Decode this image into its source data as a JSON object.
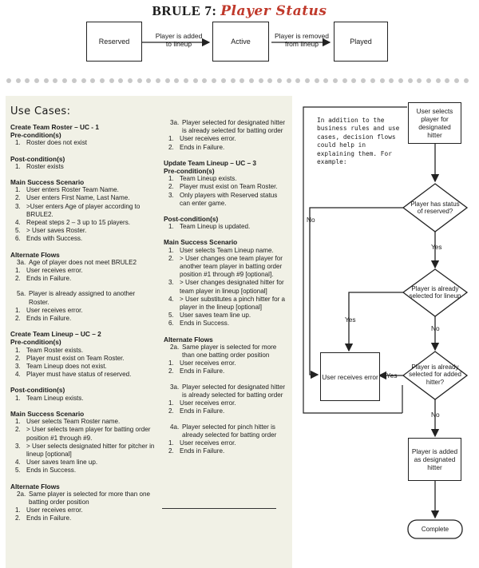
{
  "header": {
    "title_prefix": "BRULE 7:",
    "title_script": "Player Status",
    "states": [
      "Reserved",
      "Active",
      "Played"
    ],
    "transitions": [
      "Player is added\nto lineup",
      "Player is removed\nfrom lineup"
    ]
  },
  "use_cases": {
    "heading": "Use Cases:",
    "left": [
      {
        "t": "hd",
        "text": "Create Team Roster – UC - 1"
      },
      {
        "t": "hd",
        "text": "Pre-condition(s)"
      },
      {
        "t": "it",
        "n": "1.",
        "text": "Roster does not exist"
      },
      {
        "t": "hd",
        "text": "Post-condition(s)",
        "gap": true
      },
      {
        "t": "it",
        "n": "1.",
        "text": "Roster exists"
      },
      {
        "t": "hd",
        "text": "Main Success Scenario",
        "gap": true
      },
      {
        "t": "it",
        "n": "1.",
        "text": "User enters Roster Team Name."
      },
      {
        "t": "it",
        "n": "2.",
        "text": "User enters First Name, Last Name."
      },
      {
        "t": "it",
        "n": "3.",
        "text": ">User enters Age of player according to BRULE2."
      },
      {
        "t": "it",
        "n": "4.",
        "text": "Repeat steps 2 – 3 up to 15 players."
      },
      {
        "t": "it",
        "n": "5.",
        "text": "> User saves Roster."
      },
      {
        "t": "it",
        "n": "6.",
        "text": "Ends with Success."
      },
      {
        "t": "hd",
        "text": "Alternate Flows",
        "gap": true
      },
      {
        "t": "sub",
        "n": "3a.",
        "text": "Age of player does not meet BRULE2"
      },
      {
        "t": "it",
        "n": "1.",
        "text": "User receives error."
      },
      {
        "t": "it",
        "n": "2.",
        "text": "Ends in Failure."
      },
      {
        "t": "sub",
        "n": "5a.",
        "text": "Player is already assigned to another Roster.",
        "gap": true
      },
      {
        "t": "it",
        "n": "1.",
        "text": "User receives error."
      },
      {
        "t": "it",
        "n": "2.",
        "text": "Ends in Failure."
      },
      {
        "t": "hd",
        "text": "Create Team Lineup – UC – 2",
        "gap": true
      },
      {
        "t": "hd",
        "text": "Pre-condition(s)"
      },
      {
        "t": "it",
        "n": "1.",
        "text": "Team Roster exists."
      },
      {
        "t": "it",
        "n": "2.",
        "text": "Player must exist on Team Roster."
      },
      {
        "t": "it",
        "n": "3.",
        "text": "Team Lineup does not exist."
      },
      {
        "t": "it",
        "n": "4.",
        "text": "Player must have status of reserved."
      },
      {
        "t": "hd",
        "text": "Post-condition(s)",
        "gap": true
      },
      {
        "t": "it",
        "n": "1.",
        "text": "Team Lineup exists."
      },
      {
        "t": "hd",
        "text": "Main Success Scenario",
        "gap": true
      },
      {
        "t": "it",
        "n": "1.",
        "text": "User selects Team Roster name."
      },
      {
        "t": "it",
        "n": "2.",
        "text": "> User selects team player for batting order position #1 through #9."
      },
      {
        "t": "it",
        "n": "3.",
        "text": "> User selects designated hitter for pitcher in lineup [optional]"
      },
      {
        "t": "it",
        "n": "4.",
        "text": "User saves team line up."
      },
      {
        "t": "it",
        "n": "5.",
        "text": "Ends in Success."
      },
      {
        "t": "hd",
        "text": "Alternate Flows",
        "gap": true
      },
      {
        "t": "sub",
        "n": "2a.",
        "text": "Same player is selected for more than one batting order position"
      },
      {
        "t": "it",
        "n": "1.",
        "text": "User receives error."
      },
      {
        "t": "it",
        "n": "2.",
        "text": "Ends in Failure."
      }
    ],
    "right": [
      {
        "t": "sub",
        "n": "3a.",
        "text": "Player selected for designated hitter is already selected for batting order"
      },
      {
        "t": "it",
        "n": "1.",
        "text": "User receives error."
      },
      {
        "t": "it",
        "n": "2.",
        "text": "Ends in Failure."
      },
      {
        "t": "hd",
        "text": "Update Team Lineup – UC – 3",
        "gap": true
      },
      {
        "t": "hd",
        "text": "Pre-condition(s)"
      },
      {
        "t": "it",
        "n": "1.",
        "text": "Team Lineup exists."
      },
      {
        "t": "it",
        "n": "2.",
        "text": "Player must exist on Team Roster."
      },
      {
        "t": "it",
        "n": "3.",
        "text": "Only players with Reserved status can enter game."
      },
      {
        "t": "hd",
        "text": "Post-condition(s)",
        "gap": true
      },
      {
        "t": "it",
        "n": "1.",
        "text": "Team Lineup is updated."
      },
      {
        "t": "hd",
        "text": "Main Success Scenario",
        "gap": true
      },
      {
        "t": "it",
        "n": "1.",
        "text": "User selects Team Lineup name."
      },
      {
        "t": "it",
        "n": "2.",
        "text": "> User changes one team player for another team player in batting order position #1 through #9 [optional]."
      },
      {
        "t": "it",
        "n": "3.",
        "text": "> User changes designated hitter for team player in lineup [optional]"
      },
      {
        "t": "it",
        "n": "4.",
        "text": "> User substitutes a pinch hitter for a player in the lineup [optional]"
      },
      {
        "t": "it",
        "n": "5.",
        "text": "User saves team line up."
      },
      {
        "t": "it",
        "n": "6.",
        "text": "Ends in Success."
      },
      {
        "t": "hd",
        "text": "Alternate Flows",
        "gap": true
      },
      {
        "t": "sub",
        "n": "2a.",
        "text": "Same player is selected for more than one batting order position"
      },
      {
        "t": "it",
        "n": "1.",
        "text": "User receives error."
      },
      {
        "t": "it",
        "n": "2.",
        "text": "Ends in Failure."
      },
      {
        "t": "sub",
        "n": "3a.",
        "text": "Player selected for designated hitter is already selected for batting order",
        "gap": true
      },
      {
        "t": "it",
        "n": "1.",
        "text": "User receives error."
      },
      {
        "t": "it",
        "n": "2.",
        "text": "Ends in Failure."
      },
      {
        "t": "sub",
        "n": "4a.",
        "text": "Player selected for pinch hitter is already selected for batting order",
        "gap": true
      },
      {
        "t": "it",
        "n": "1.",
        "text": "User receives error."
      },
      {
        "t": "it",
        "n": "2.",
        "text": "Ends in Failure."
      }
    ]
  },
  "flow": {
    "intro": "In addition to the business rules and use cases, decision flows could help in explaining them. For example:",
    "start": "User selects player for designated hitter",
    "d1": "Player has status of reserved?",
    "d2": "Player is already selected for lineup",
    "d3": "Player is already selected for added hitter?",
    "error": "User receives error",
    "added": "Player is added as designated hitter",
    "complete": "Complete",
    "yes": "Yes",
    "no": "No"
  }
}
